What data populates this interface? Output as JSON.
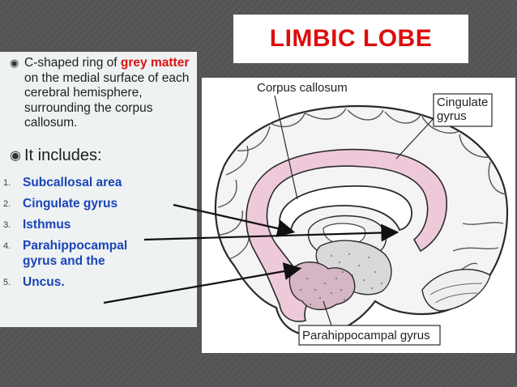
{
  "title": "LIMBIC LOBE",
  "bullets": {
    "first": {
      "icon": "circle-bullet-icon",
      "text_a": "C-shaped ring of ",
      "highlight_a": "grey",
      "highlight_b": "matter",
      "text_b": " on the medial surface of each cerebral hemisphere, surrounding the corpus callosum."
    },
    "second": {
      "icon": "circle-bullet-icon",
      "text": "It includes:"
    }
  },
  "list": [
    {
      "num": "1.",
      "text": "Subcallosal area"
    },
    {
      "num": "2.",
      "text": "Cingulate gyrus"
    },
    {
      "num": "3.",
      "text": "Isthmus"
    },
    {
      "num": "4.",
      "text": "Parahippocampal gyrus and the"
    },
    {
      "num": "5.",
      "text": "Uncus."
    }
  ],
  "figure": {
    "labels": {
      "corpus_callosum": "Corpus callosum",
      "cingulate_gyrus_1": "Cingulate",
      "cingulate_gyrus_2": "gyrus",
      "parahippocampal_gyrus": "Parahippocampal gyrus"
    },
    "highlight_color": "#eec9d9"
  },
  "colors": {
    "title_red": "#dd0d0d",
    "list_blue": "#1a44b8",
    "highlight_red": "#dd1111"
  }
}
